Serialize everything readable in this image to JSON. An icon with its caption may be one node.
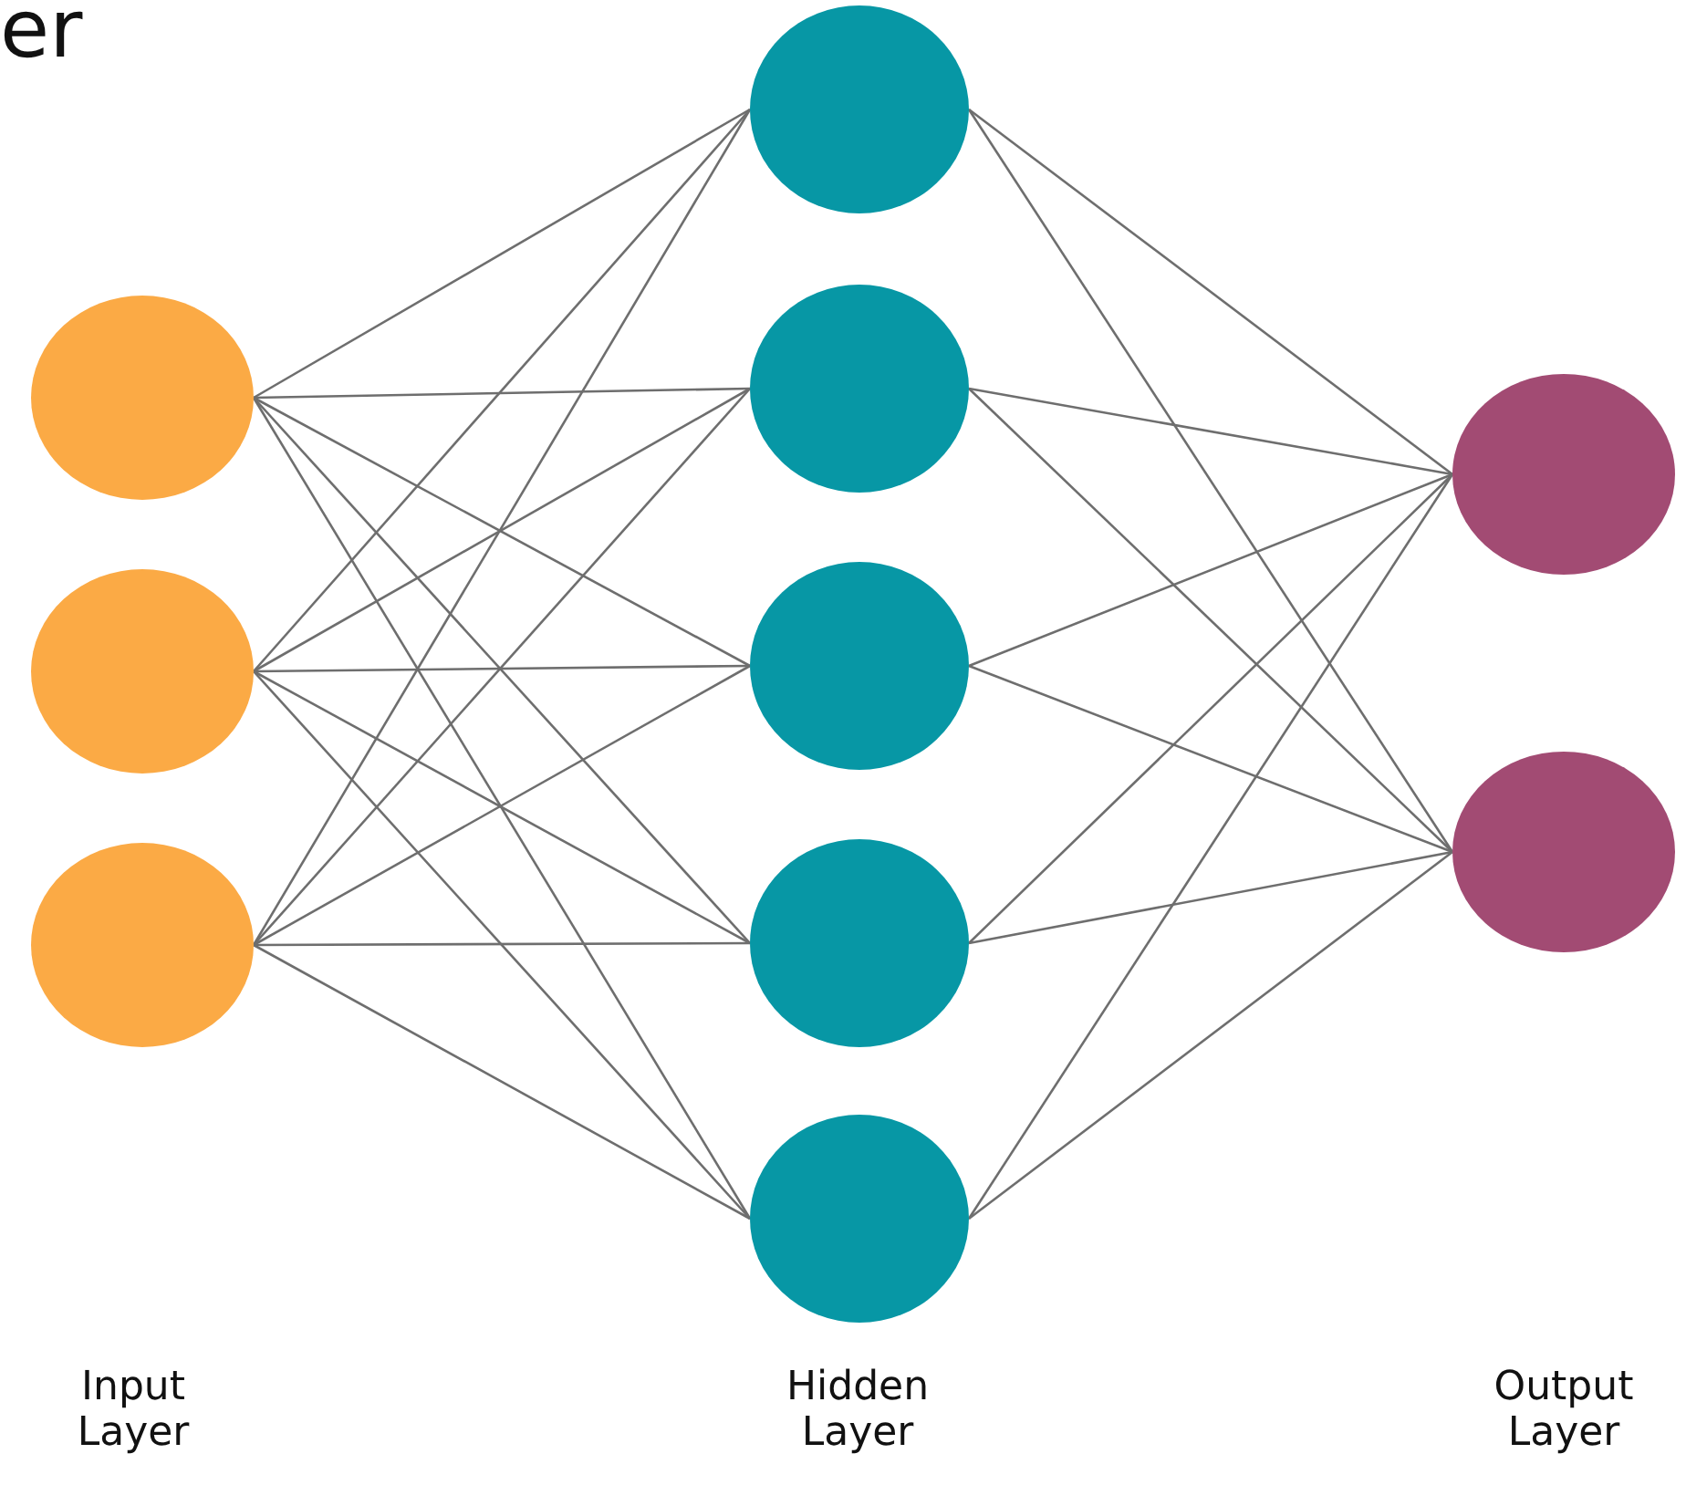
{
  "diagram": {
    "nodes": [
      {
        "text": [],
        "shape": "circle"
      },
      {
        "text": [],
        "shape": "circle"
      },
      {
        "text": [],
        "shape": "circle"
      },
      {
        "text": [],
        "shape": "circle"
      },
      {
        "text": [],
        "shape": "circle"
      },
      {
        "text": [],
        "shape": "circle"
      },
      {
        "text": [],
        "shape": "circle"
      },
      {
        "text": [],
        "shape": "circle"
      },
      {
        "text": [],
        "shape": "circle"
      },
      {
        "text": [],
        "shape": "circle"
      }
    ],
    "edges": [
      {
        "from": 0,
        "to": 3,
        "arrow": "none"
      },
      {
        "from": 0,
        "to": 4,
        "arrow": "none"
      },
      {
        "from": 0,
        "to": 5,
        "arrow": "none"
      },
      {
        "from": 0,
        "to": 6,
        "arrow": "none"
      },
      {
        "from": 0,
        "to": 7,
        "arrow": "none"
      },
      {
        "from": 1,
        "to": 3,
        "arrow": "none"
      },
      {
        "from": 1,
        "to": 4,
        "arrow": "none"
      },
      {
        "from": 1,
        "to": 5,
        "arrow": "none"
      },
      {
        "from": 1,
        "to": 6,
        "arrow": "none"
      },
      {
        "from": 1,
        "to": 7,
        "arrow": "none"
      },
      {
        "from": 2,
        "to": 3,
        "arrow": "none"
      },
      {
        "from": 2,
        "to": 4,
        "arrow": "none"
      },
      {
        "from": 2,
        "to": 5,
        "arrow": "none"
      },
      {
        "from": 2,
        "to": 6,
        "arrow": "none"
      },
      {
        "from": 2,
        "to": 7,
        "arrow": "none"
      },
      {
        "from": 3,
        "to": 8,
        "arrow": "none"
      },
      {
        "from": 3,
        "to": 9,
        "arrow": "none"
      },
      {
        "from": 4,
        "to": 8,
        "arrow": "none"
      },
      {
        "from": 4,
        "to": 9,
        "arrow": "none"
      },
      {
        "from": 5,
        "to": 8,
        "arrow": "none"
      },
      {
        "from": 5,
        "to": 9,
        "arrow": "none"
      },
      {
        "from": 6,
        "to": 8,
        "arrow": "none"
      },
      {
        "from": 6,
        "to": 9,
        "arrow": "none"
      },
      {
        "from": 7,
        "to": 8,
        "arrow": "none"
      },
      {
        "from": 7,
        "to": 9,
        "arrow": "none"
      }
    ],
    "labels": [
      "er",
      "Input Layer",
      "Hidden Layer",
      "Output Layer"
    ]
  }
}
